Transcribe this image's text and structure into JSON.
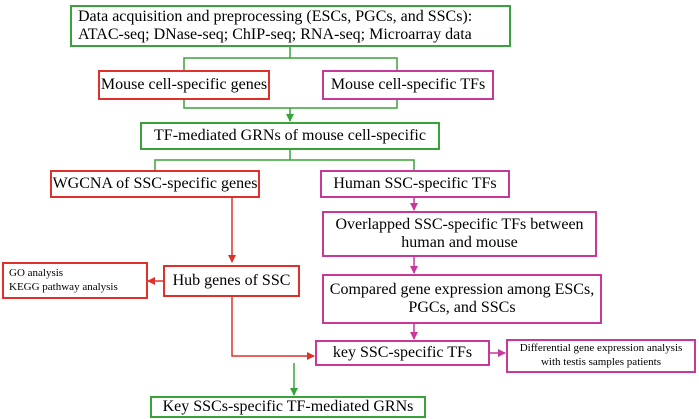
{
  "diagram": {
    "boxes": {
      "data_acq": "Data acquisition and preprocessing (ESCs, PGCs, and SSCs):\nATAC-seq;  DNase-seq; ChIP-seq; RNA-seq; Microarray data",
      "mouse_genes": "Mouse cell-specific genes",
      "mouse_tfs": "Mouse cell-specific TFs",
      "tf_grns": "TF-mediated GRNs of mouse cell-specific",
      "wgcna": "WGCNA of SSC-specific genes",
      "human_tfs": "Human SSC-specific TFs",
      "overlap": "Overlapped SSC-specific TFs between\nhuman and mouse",
      "go_kegg": "GO analysis\nKEGG pathway analysis",
      "hub_genes": "Hub genes of SSC",
      "compared": "Compared gene expression among ESCs,\nPGCs, and SSCs",
      "key_tfs": "key SSC-specific TFs",
      "diff_expr": "Differential gene expression analysis\nwith  testis samples patients",
      "key_grns": "Key SSCs-specific TF-mediated GRNs"
    },
    "colors": {
      "green": "#3aa23a",
      "red": "#e0302a",
      "magenta": "#c8389a"
    }
  }
}
